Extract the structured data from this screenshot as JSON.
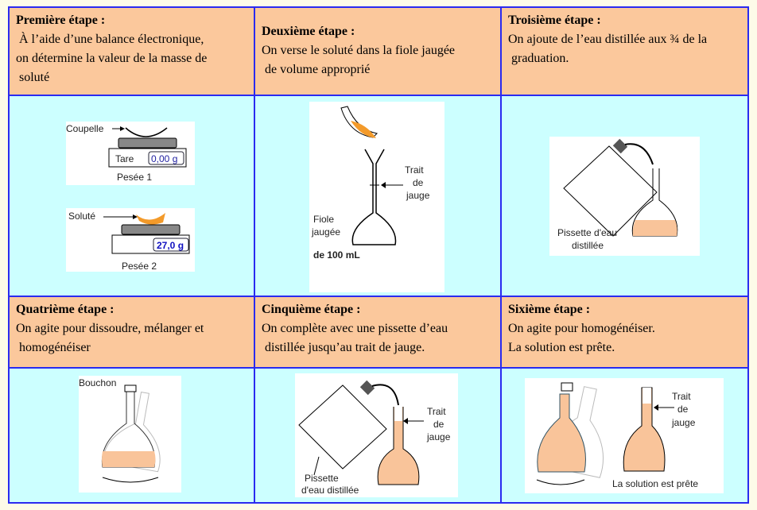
{
  "steps": [
    {
      "title": "Première étape :",
      "lines": [
        " À l’aide d’une balance électronique,",
        "on détermine la valeur de la masse de",
        " soluté"
      ]
    },
    {
      "title": "Deuxième étape :",
      "lines": [
        "On verse le soluté dans la fiole jaugée",
        " de volume approprié"
      ]
    },
    {
      "title": "Troisième étape :",
      "lines": [
        "On ajoute de l’eau distillée aux ¾ de la",
        " graduation."
      ]
    },
    {
      "title": "Quatrième étape :",
      "lines": [
        "On agite pour dissoudre, mélanger et",
        " homogénéiser"
      ]
    },
    {
      "title": "Cinquième étape :",
      "lines": [
        "On complète avec une pissette d’eau",
        " distillée jusqu’au trait de jauge."
      ]
    },
    {
      "title": "Sixième étape :",
      "lines": [
        "On agite pour homogénéiser.",
        "La solution est prête."
      ]
    }
  ],
  "fig1": {
    "coupelle": "Coupelle",
    "tare": "Tare",
    "reading1": "0,00 g",
    "pesee1": "Pesée 1",
    "solute": "Soluté",
    "reading2": "27,0 g",
    "pesee2": "Pesée 2"
  },
  "fig2": {
    "trait": "Trait",
    "de": "de",
    "jauge": "jauge",
    "fiole": "Fiole",
    "jaugee": "jaugée",
    "volume": "de 100 mL"
  },
  "fig3": {
    "line1": "Pissette d'eau",
    "line2": "distillée"
  },
  "fig4": {
    "bouchon": "Bouchon"
  },
  "fig5": {
    "trait": "Trait",
    "de": "de",
    "jauge": "jauge",
    "line1": "Pissette",
    "line2": "d'eau distillée"
  },
  "fig6": {
    "trait": "Trait",
    "de": "de",
    "jauge": "jauge",
    "caption": "La solution est prête"
  },
  "colors": {
    "header": "#fbc89c",
    "image_cell": "#ccffff",
    "border": "#2a2af0",
    "liquid": "#f9c49a"
  }
}
